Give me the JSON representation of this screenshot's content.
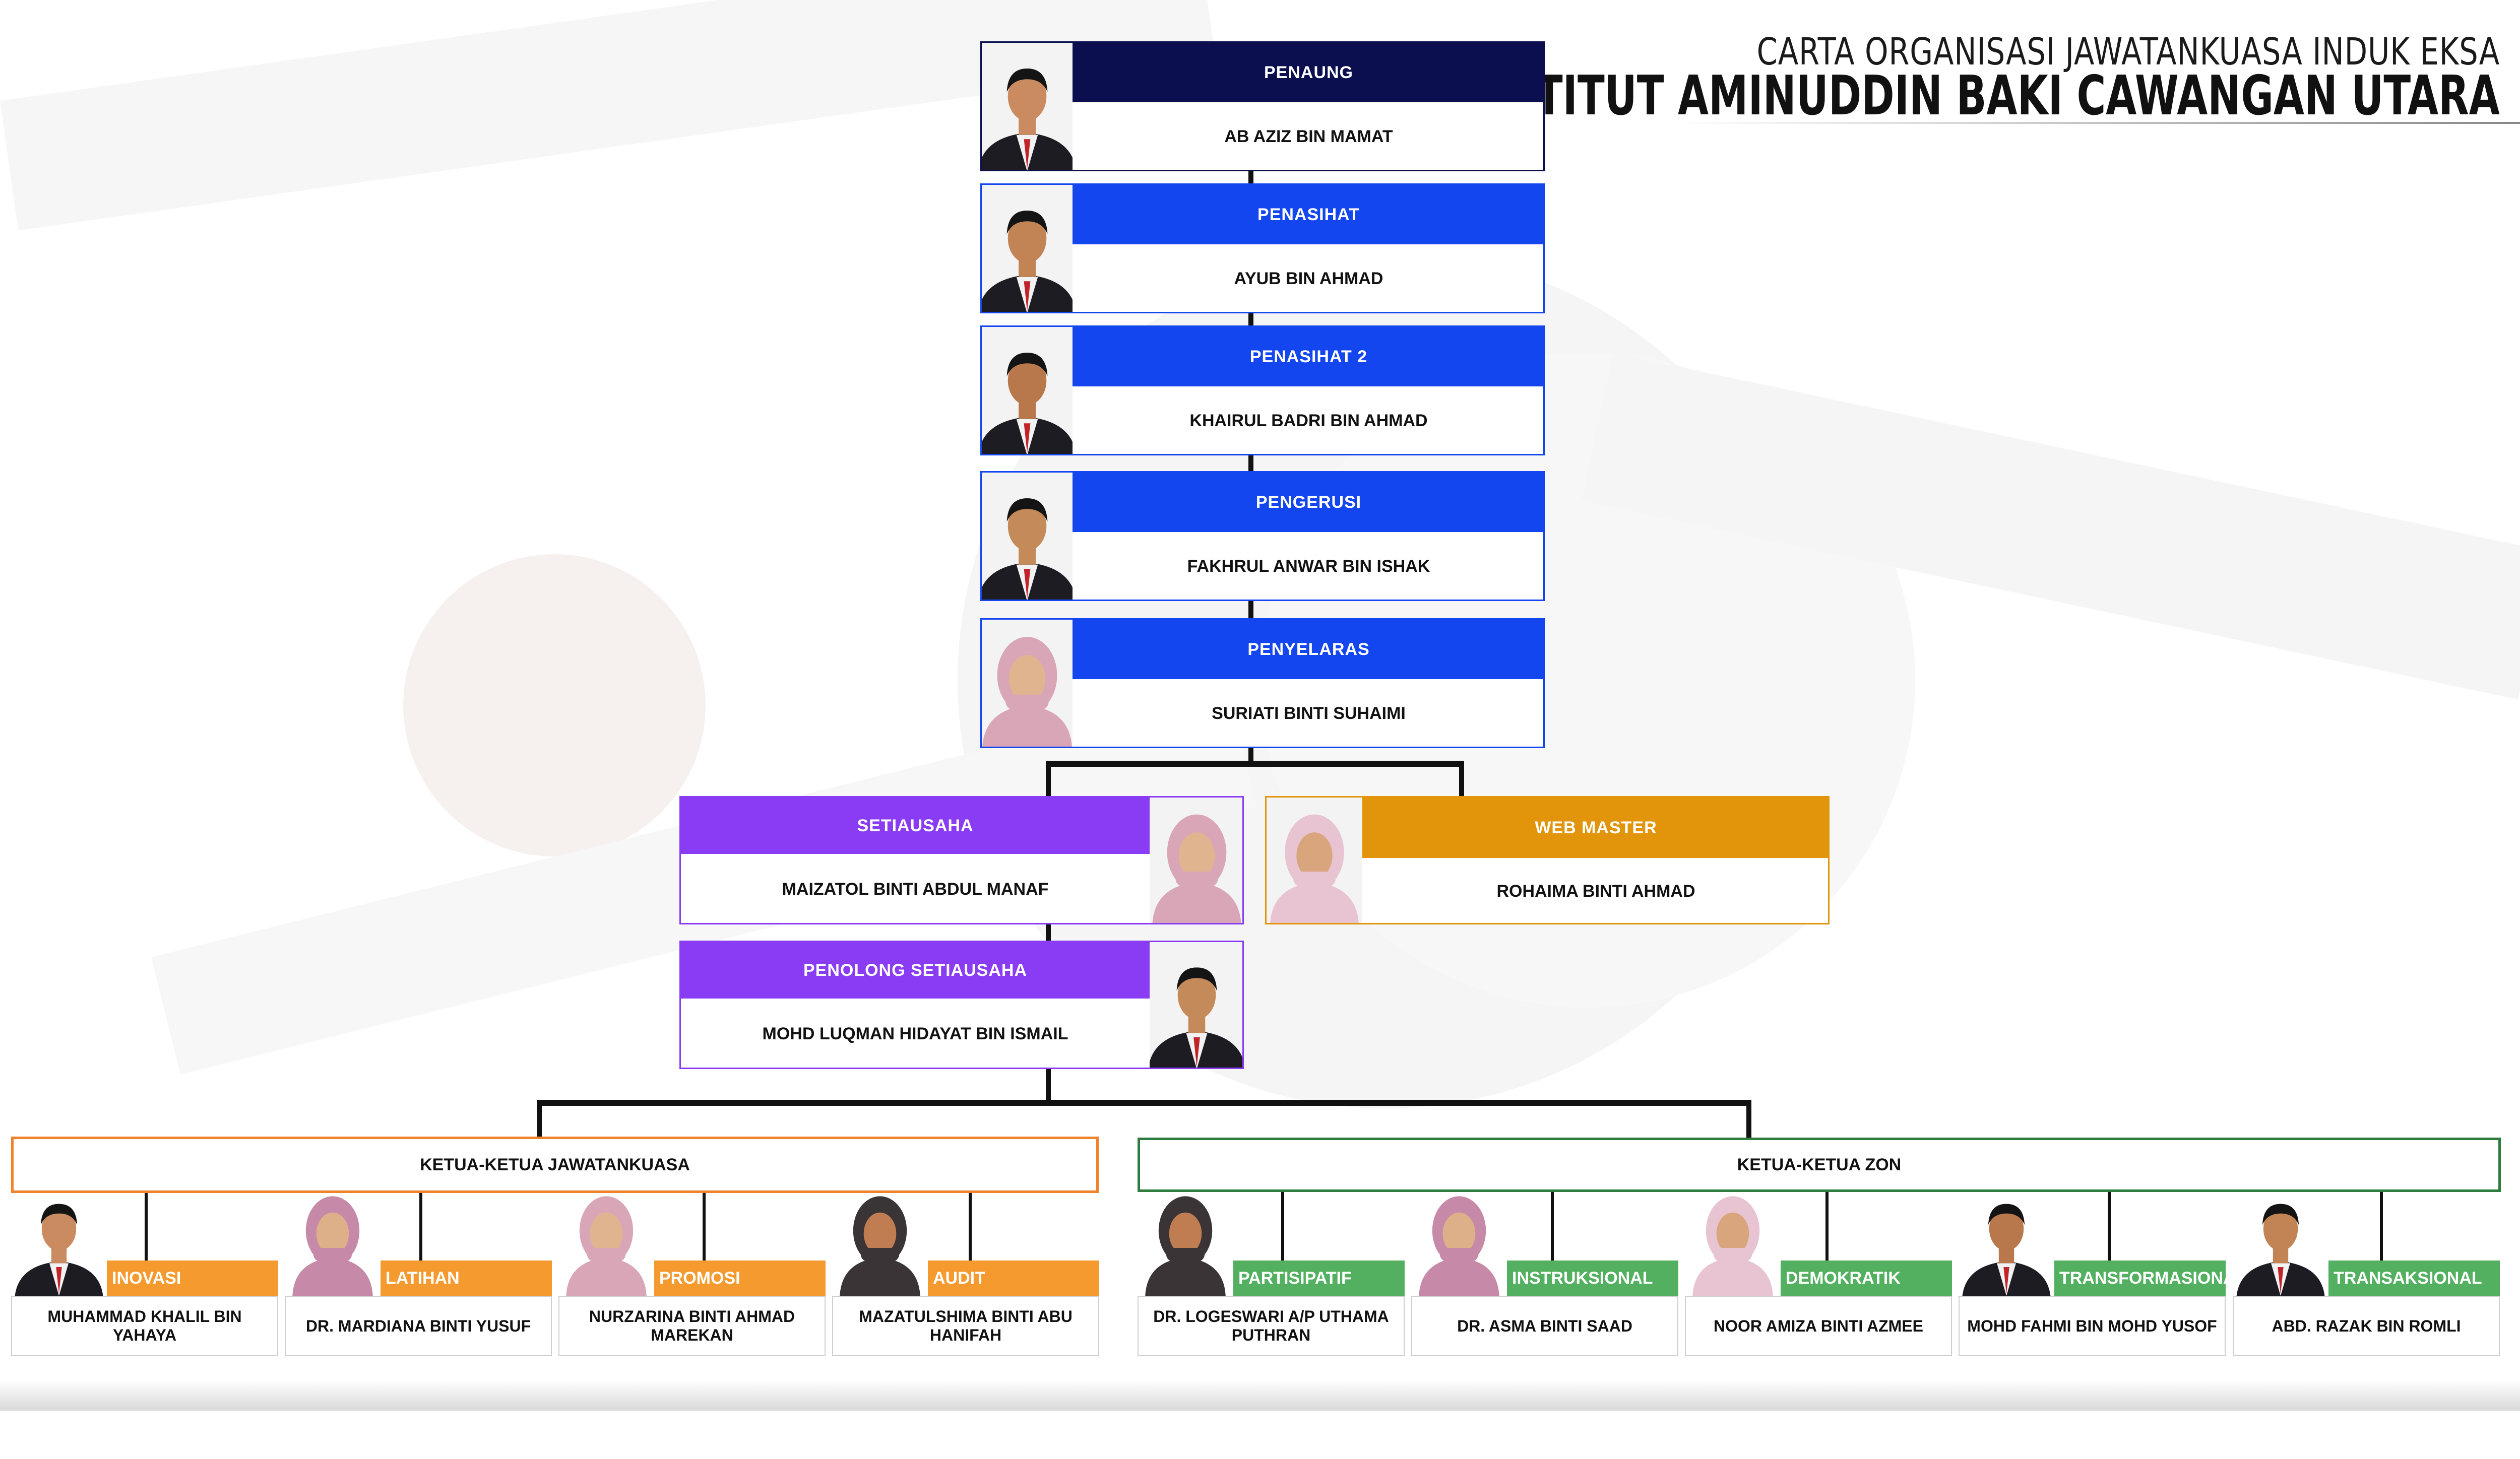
{
  "header": {
    "line1": "CARTA ORGANISASI JAWATANKUASA INDUK EKSA",
    "line2": "INSTITUT AMINUDDIN BAKI CAWANGAN UTARA"
  },
  "colors": {
    "navy": "#0b0e4f",
    "blue": "#1446f0",
    "purple": "#8a3cf5",
    "gold": "#e2950a",
    "orange": "#f49a2f",
    "green": "#52b060",
    "green_dark": "#2e7d3e"
  },
  "chain": [
    {
      "role": "PENAUNG",
      "name": "AB AZIZ BIN MAMAT",
      "icon": "person-photo-icon"
    },
    {
      "role": "PENASIHAT",
      "name": "AYUB BIN AHMAD",
      "icon": "person-photo-icon"
    },
    {
      "role": "PENASIHAT 2",
      "name": "KHAIRUL BADRI BIN AHMAD",
      "icon": "person-photo-icon"
    },
    {
      "role": "PENGERUSI",
      "name": "FAKHRUL ANWAR BIN ISHAK",
      "icon": "person-photo-icon"
    },
    {
      "role": "PENYELARAS",
      "name": "SURIATI BINTI SUHAIMI",
      "icon": "person-photo-icon"
    }
  ],
  "secretary": {
    "role": "SETIAUSAHA",
    "name": "MAIZATOL BINTI ABDUL MANAF"
  },
  "webmaster": {
    "role": "WEB MASTER",
    "name": "ROHAIMA BINTI AHMAD"
  },
  "assistant": {
    "role": "PENOLONG SETIAUSAHA",
    "name": "MOHD LUQMAN HIDAYAT BIN ISMAIL"
  },
  "groups": {
    "committee": "KETUA-KETUA JAWATANKUASA",
    "zone": "KETUA-KETUA ZON"
  },
  "committee_members": [
    {
      "role": "INOVASI",
      "name": "MUHAMMAD KHALIL BIN YAHAYA"
    },
    {
      "role": "LATIHAN",
      "name": "DR. MARDIANA BINTI YUSUF"
    },
    {
      "role": "PROMOSI",
      "name": "NURZARINA BINTI AHMAD MAREKAN"
    },
    {
      "role": "AUDIT",
      "name": "MAZATULSHIMA BINTI ABU HANIFAH"
    }
  ],
  "zone_members": [
    {
      "role": "PARTISIPATIF",
      "name": "DR. LOGESWARI A/P UTHAMA PUTHRAN"
    },
    {
      "role": "INSTRUKSIONAL",
      "name": "DR. ASMA BINTI SAAD"
    },
    {
      "role": "DEMOKRATIK",
      "name": "NOOR AMIZA BINTI AZMEE"
    },
    {
      "role": "TRANSFORMASIONAL",
      "name": "MOHD FAHMI BIN MOHD YUSOF"
    },
    {
      "role": "TRANSAKSIONAL",
      "name": "ABD. RAZAK BIN ROMLI"
    }
  ]
}
